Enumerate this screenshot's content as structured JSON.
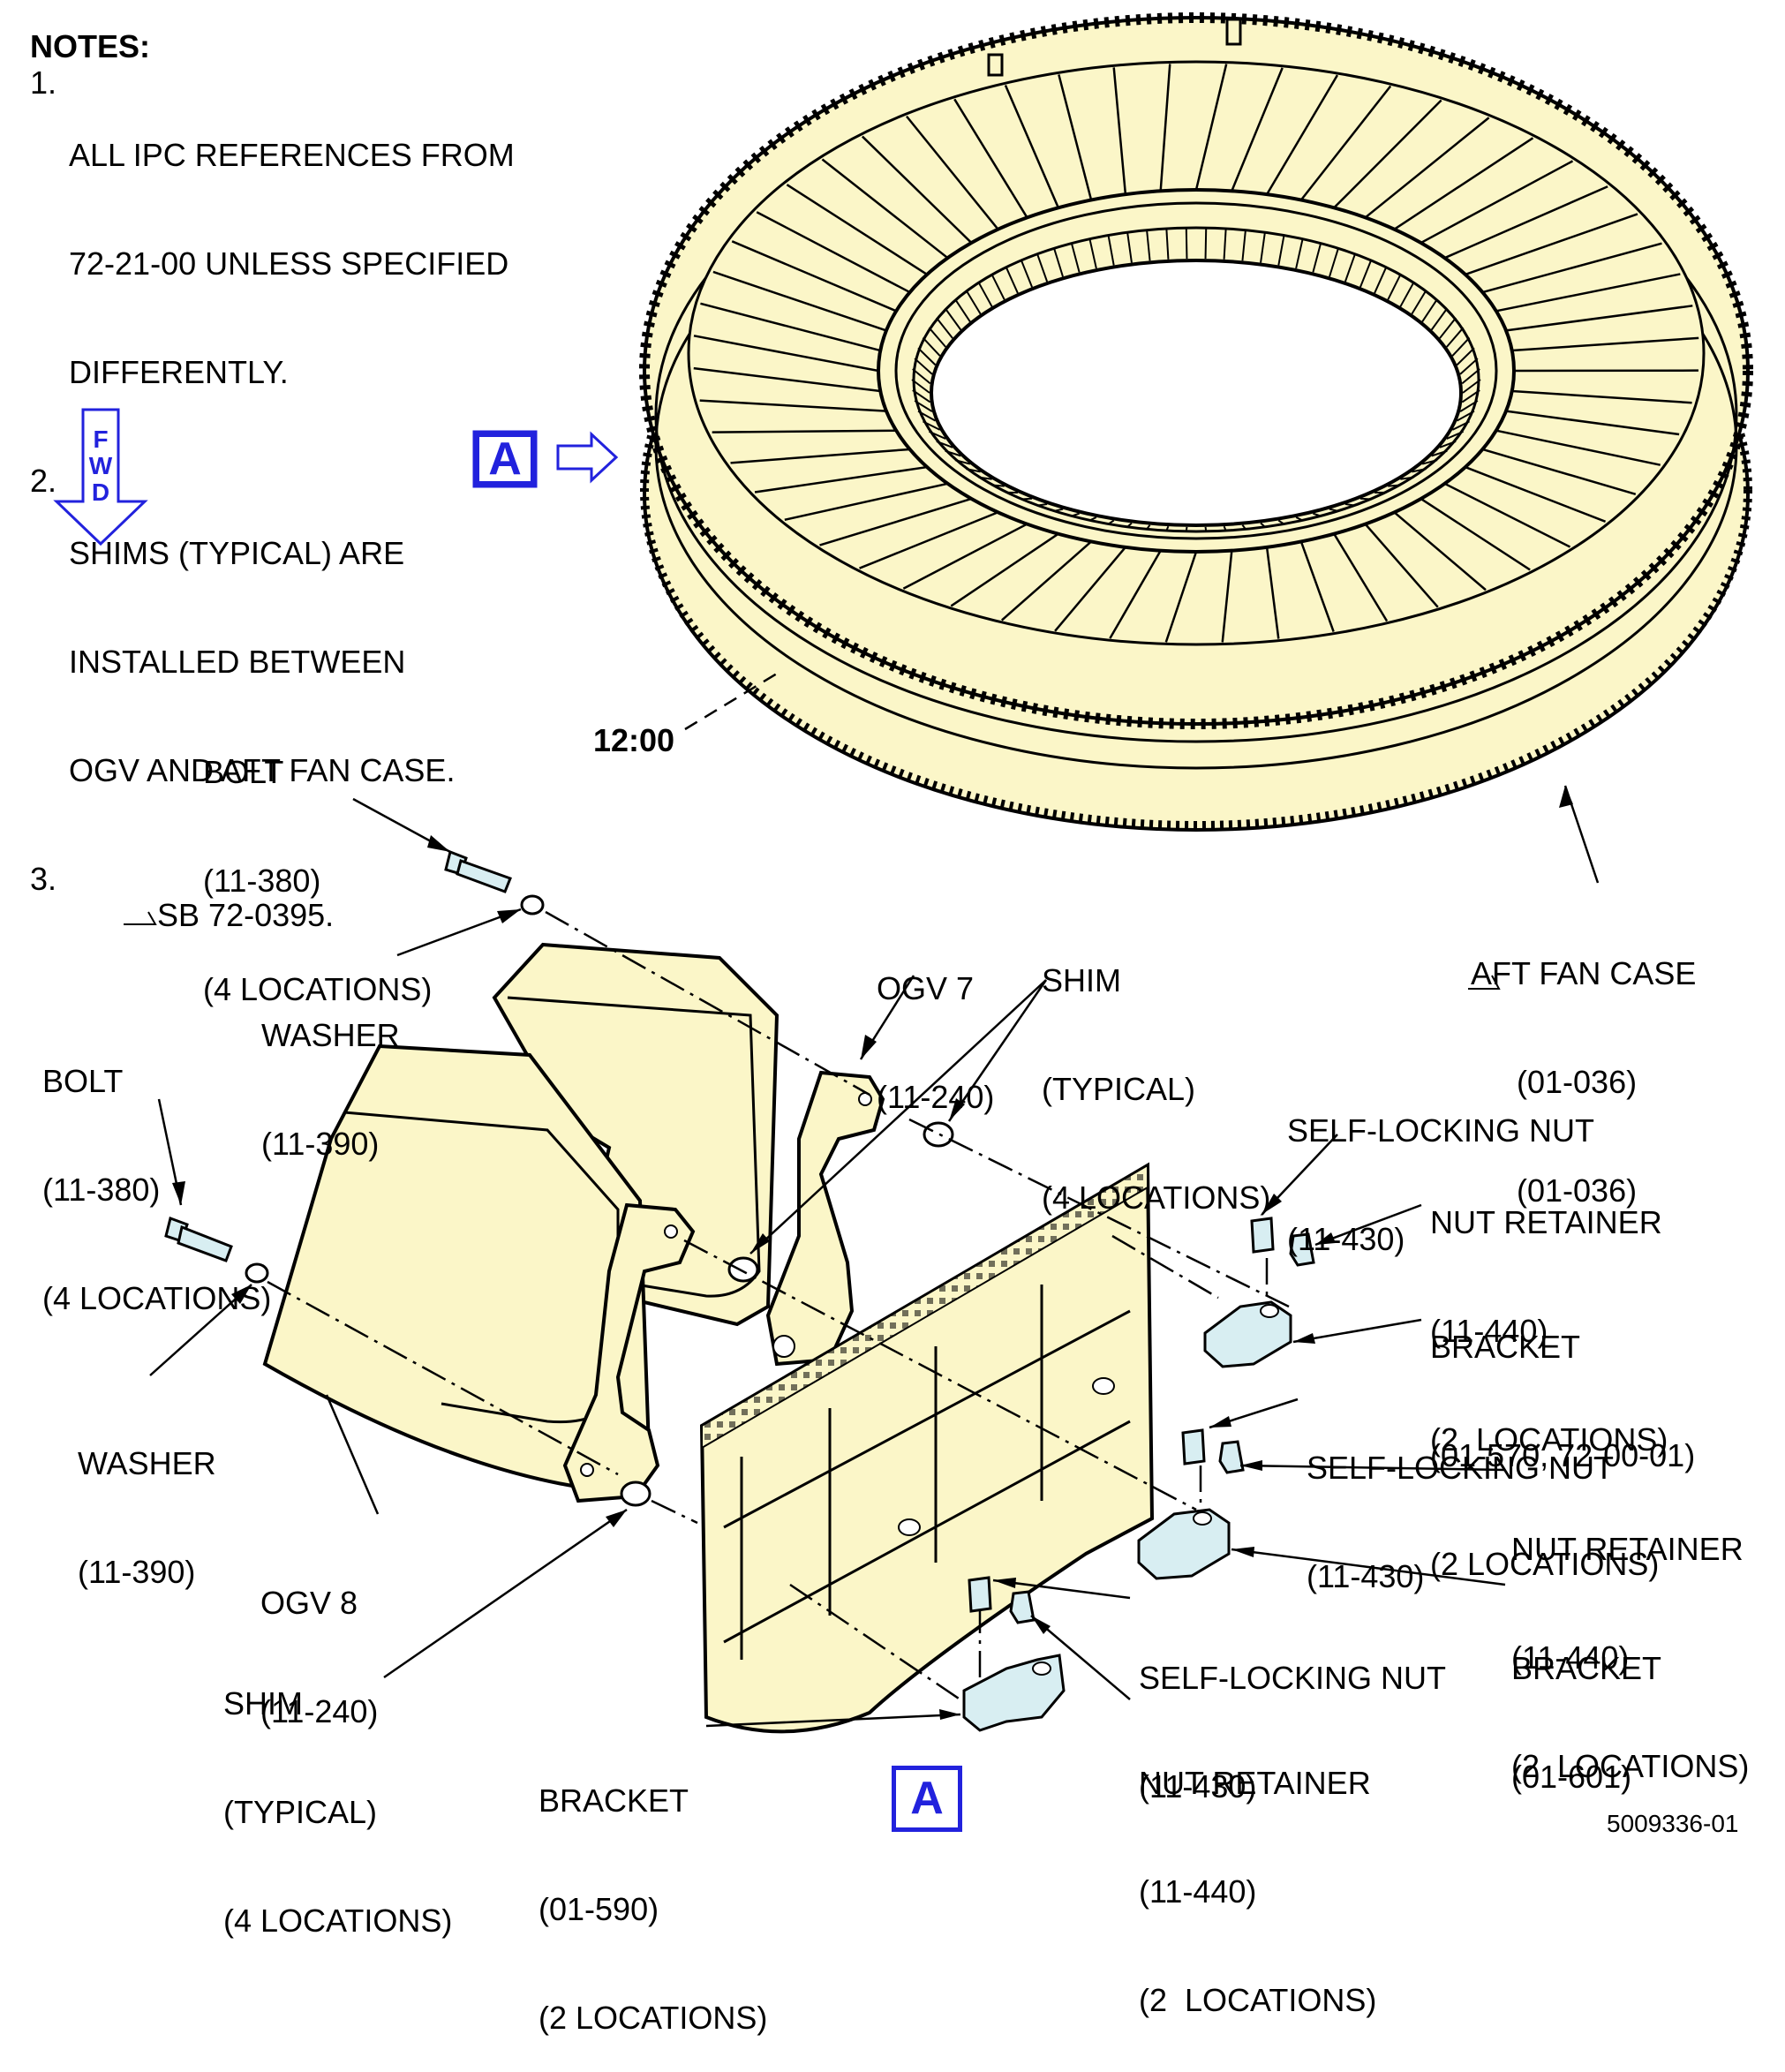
{
  "notes": {
    "title": "NOTES:",
    "items": [
      {
        "num": "1.",
        "lines": [
          "ALL IPC REFERENCES FROM",
          "72-21-00 UNLESS SPECIFIED",
          "DIFFERENTLY."
        ]
      },
      {
        "num": "2.",
        "lines": [
          "SHIMS (TYPICAL) ARE",
          "INSTALLED BETWEEN",
          "OGV AND AFT FAN CASE."
        ]
      },
      {
        "num": "3.",
        "lines": [
          "SB 72-0395."
        ]
      }
    ]
  },
  "fwd": {
    "letters": [
      "F",
      "W",
      "D"
    ]
  },
  "view_label": "A",
  "clock_label": "12:00",
  "figure_number": "5009336-01",
  "labels": {
    "aft_fan_case": {
      "name": "AFT FAN CASE",
      "ref1": "(01-036)",
      "ref2": "(01-036)"
    },
    "bolt_top": {
      "name": "BOLT",
      "ref": "(11-380)",
      "qty": "(4 LOCATIONS)"
    },
    "washer_top": {
      "name": "WASHER",
      "ref": "(11-390)"
    },
    "bolt_left": {
      "name": "BOLT",
      "ref": "(11-380)",
      "qty": "(4 LOCATIONS)"
    },
    "washer_left": {
      "name": "WASHER",
      "ref": "(11-390)"
    },
    "ogv7": {
      "name": "OGV 7",
      "ref": "(11-240)"
    },
    "ogv8": {
      "name": "OGV 8",
      "ref": "(11-240)"
    },
    "shim_top": {
      "name": "SHIM",
      "type": "(TYPICAL)",
      "qty": "(4 LOCATIONS)"
    },
    "shim_bottom": {
      "name": "SHIM",
      "type": "(TYPICAL)",
      "qty": "(4 LOCATIONS)"
    },
    "nut_1": {
      "name": "SELF-LOCKING NUT",
      "ref": "(11-430)"
    },
    "retainer_1": {
      "name": "NUT RETAINER",
      "ref": "(11-440)",
      "qty": "(2  LOCATIONS)"
    },
    "bracket_1": {
      "name": "BRACKET",
      "ref": "(01-570, 72-00-01)",
      "qty": "(2 LOCATIONS)"
    },
    "nut_2": {
      "name": "SELF-LOCKING NUT",
      "ref": "(11-430)"
    },
    "retainer_2": {
      "name": "NUT RETAINER",
      "ref": "(11-440)",
      "qty": "(2  LOCATIONS)"
    },
    "bracket_2": {
      "name": "BRACKET",
      "ref": "(01-601)"
    },
    "nut_3": {
      "name": "SELF-LOCKING NUT",
      "ref": "(11-430)"
    },
    "retainer_3": {
      "name": "NUT RETAINER",
      "ref": "(11-440)",
      "qty": "(2  LOCATIONS)"
    },
    "bracket_3": {
      "name": "BRACKET",
      "ref": "(01-590)",
      "qty": "(2 LOCATIONS)"
    }
  },
  "colors": {
    "part_fill": "#fbf6c8",
    "hardware_fill": "#d8eef2",
    "view_blue": "#2222dd",
    "line": "#000000"
  }
}
